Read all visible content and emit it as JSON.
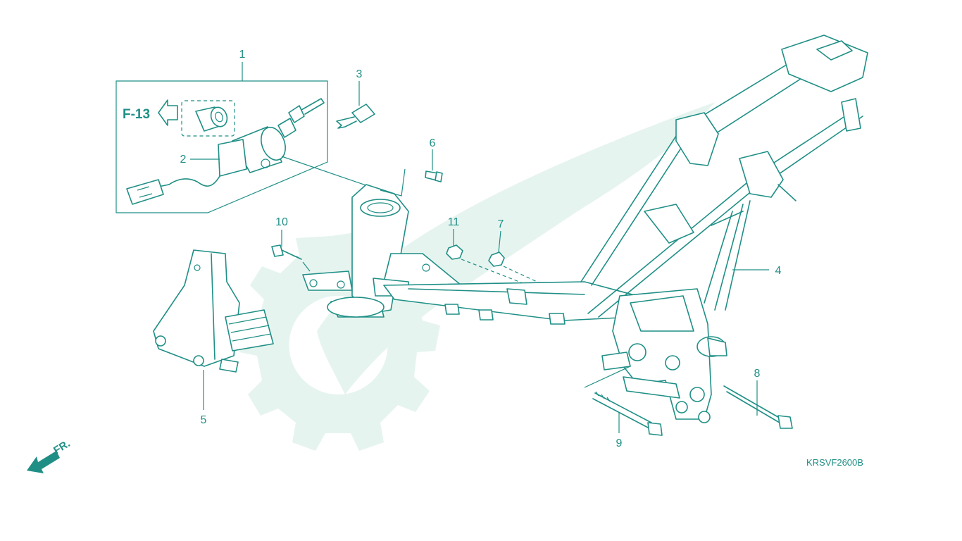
{
  "diagram": {
    "drawing_code": "KRSVF2600B",
    "reference_label": "F-13",
    "direction_label": "FR.",
    "callouts": [
      "1",
      "2",
      "3",
      "4",
      "5",
      "6",
      "7",
      "8",
      "9",
      "10",
      "11"
    ]
  },
  "colors": {
    "line": "#1f8f86",
    "watermark": "#e6f4ef",
    "background": "#ffffff"
  }
}
